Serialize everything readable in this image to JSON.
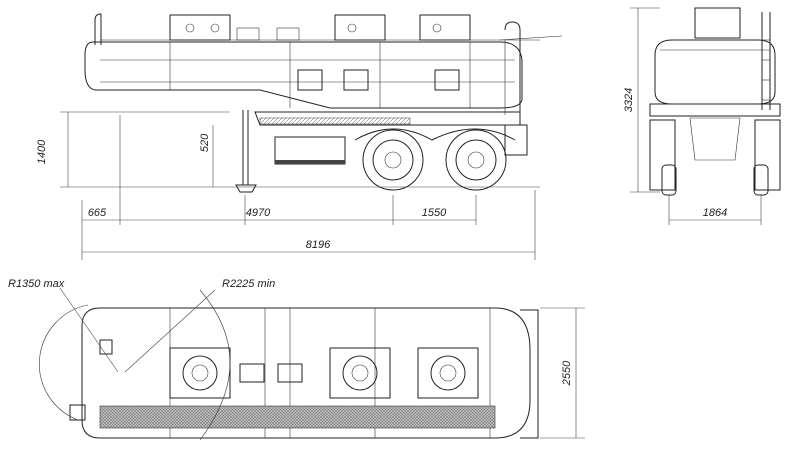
{
  "side_view": {
    "dims": {
      "height_overall": "1400",
      "fifth_wheel_height": "520",
      "front_overhang": "665",
      "kingpin_to_axle": "4970",
      "axle_spread": "1550",
      "total_length": "8196"
    }
  },
  "rear_view": {
    "dims": {
      "height": "3324",
      "track": "1864"
    }
  },
  "top_view": {
    "dims": {
      "swing_radius": "R1350 max",
      "turn_radius": "R2225 min",
      "width": "2550"
    }
  }
}
